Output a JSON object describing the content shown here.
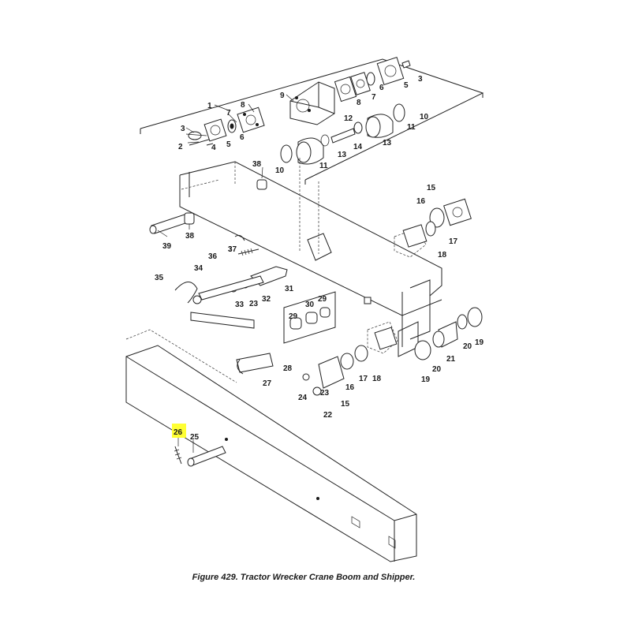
{
  "figure": {
    "caption": "Figure 429. Tractor Wrecker Crane Boom and Shipper.",
    "highlight_color": "#ffff33"
  },
  "callouts": [
    "1",
    "2",
    "3",
    "3",
    "3",
    "4",
    "5",
    "5",
    "6",
    "6",
    "7",
    "7",
    "8",
    "8",
    "9",
    "10",
    "10",
    "11",
    "11",
    "12",
    "13",
    "13",
    "14",
    "15",
    "15",
    "16",
    "16",
    "17",
    "17",
    "18",
    "18",
    "19",
    "19",
    "20",
    "20",
    "21",
    "22",
    "23",
    "23",
    "24",
    "25",
    "26",
    "27",
    "28",
    "29",
    "29",
    "30",
    "31",
    "32",
    "33",
    "34",
    "35",
    "36",
    "37",
    "38",
    "38",
    "39"
  ],
  "highlighted_callout": "26"
}
